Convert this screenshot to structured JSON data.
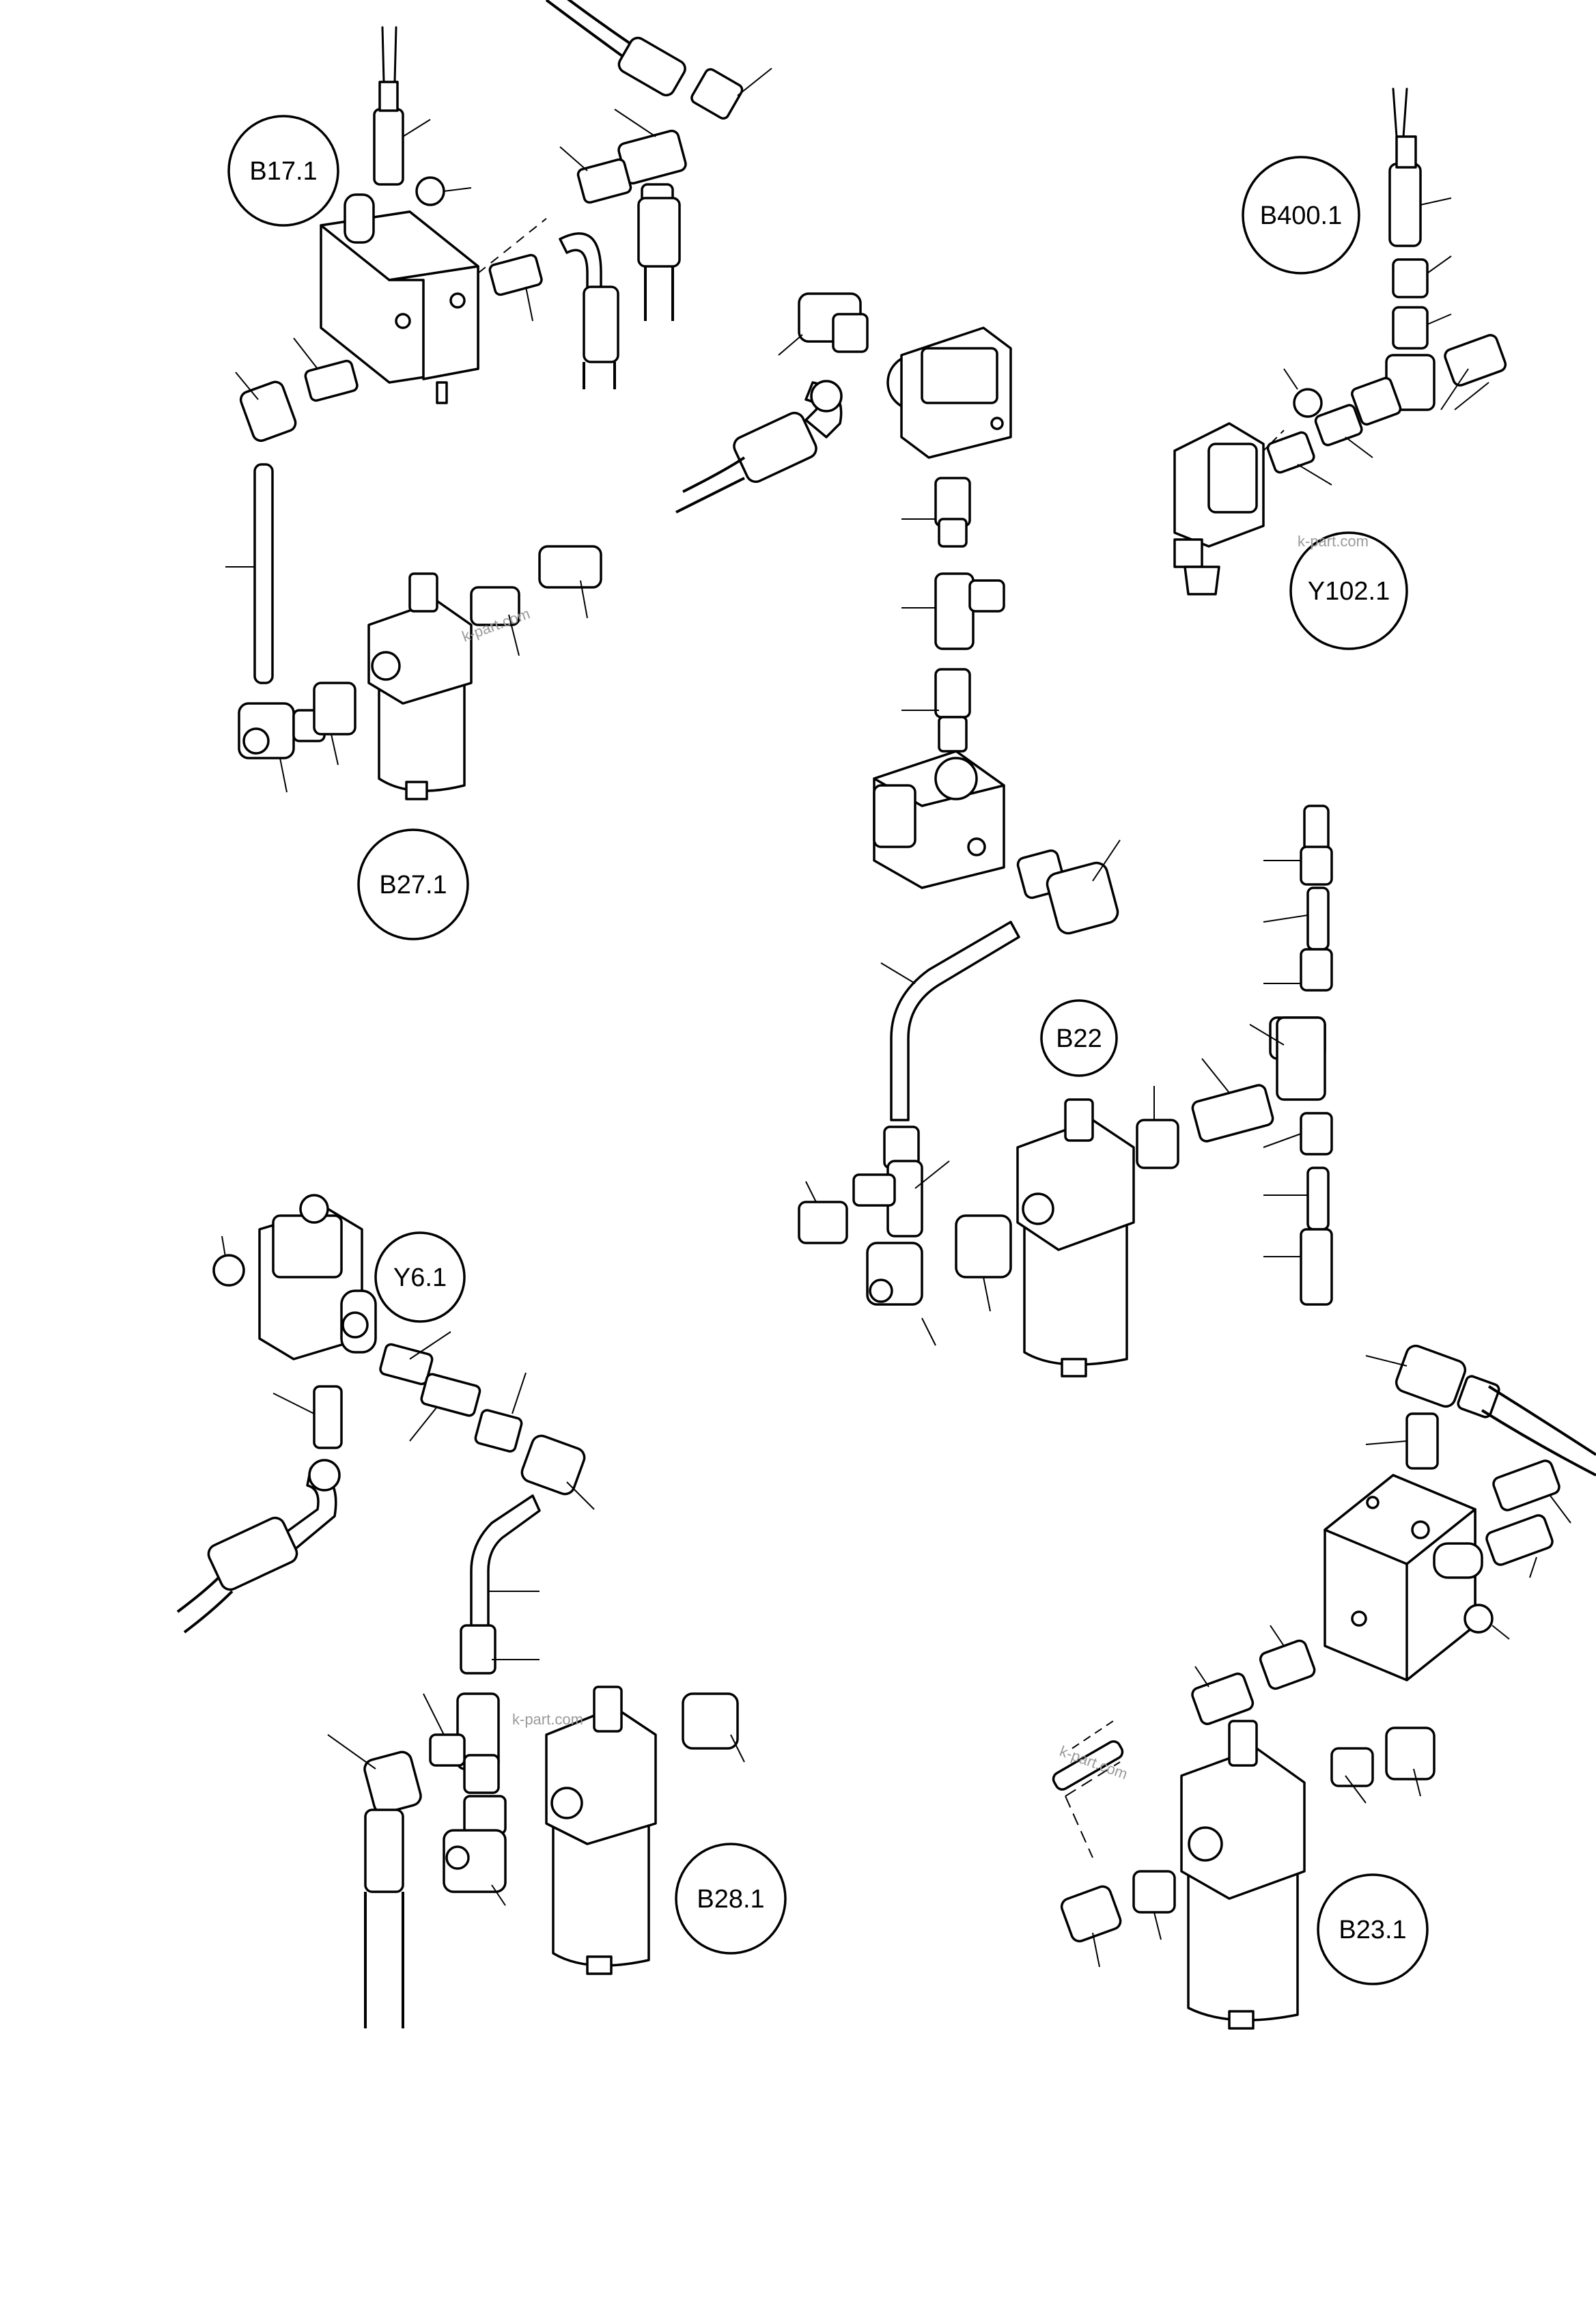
{
  "callouts": [
    {
      "id": "b17",
      "text": "B17.1"
    },
    {
      "id": "b400",
      "text": "B400.1"
    },
    {
      "id": "y102",
      "text": "Y102.1"
    },
    {
      "id": "b27",
      "text": "B27.1"
    },
    {
      "id": "b22",
      "text": "B22"
    },
    {
      "id": "y6",
      "text": "Y6.1"
    },
    {
      "id": "b28",
      "text": "B28.1"
    },
    {
      "id": "b23",
      "text": "B23.1"
    }
  ],
  "watermark": "k-part.com"
}
